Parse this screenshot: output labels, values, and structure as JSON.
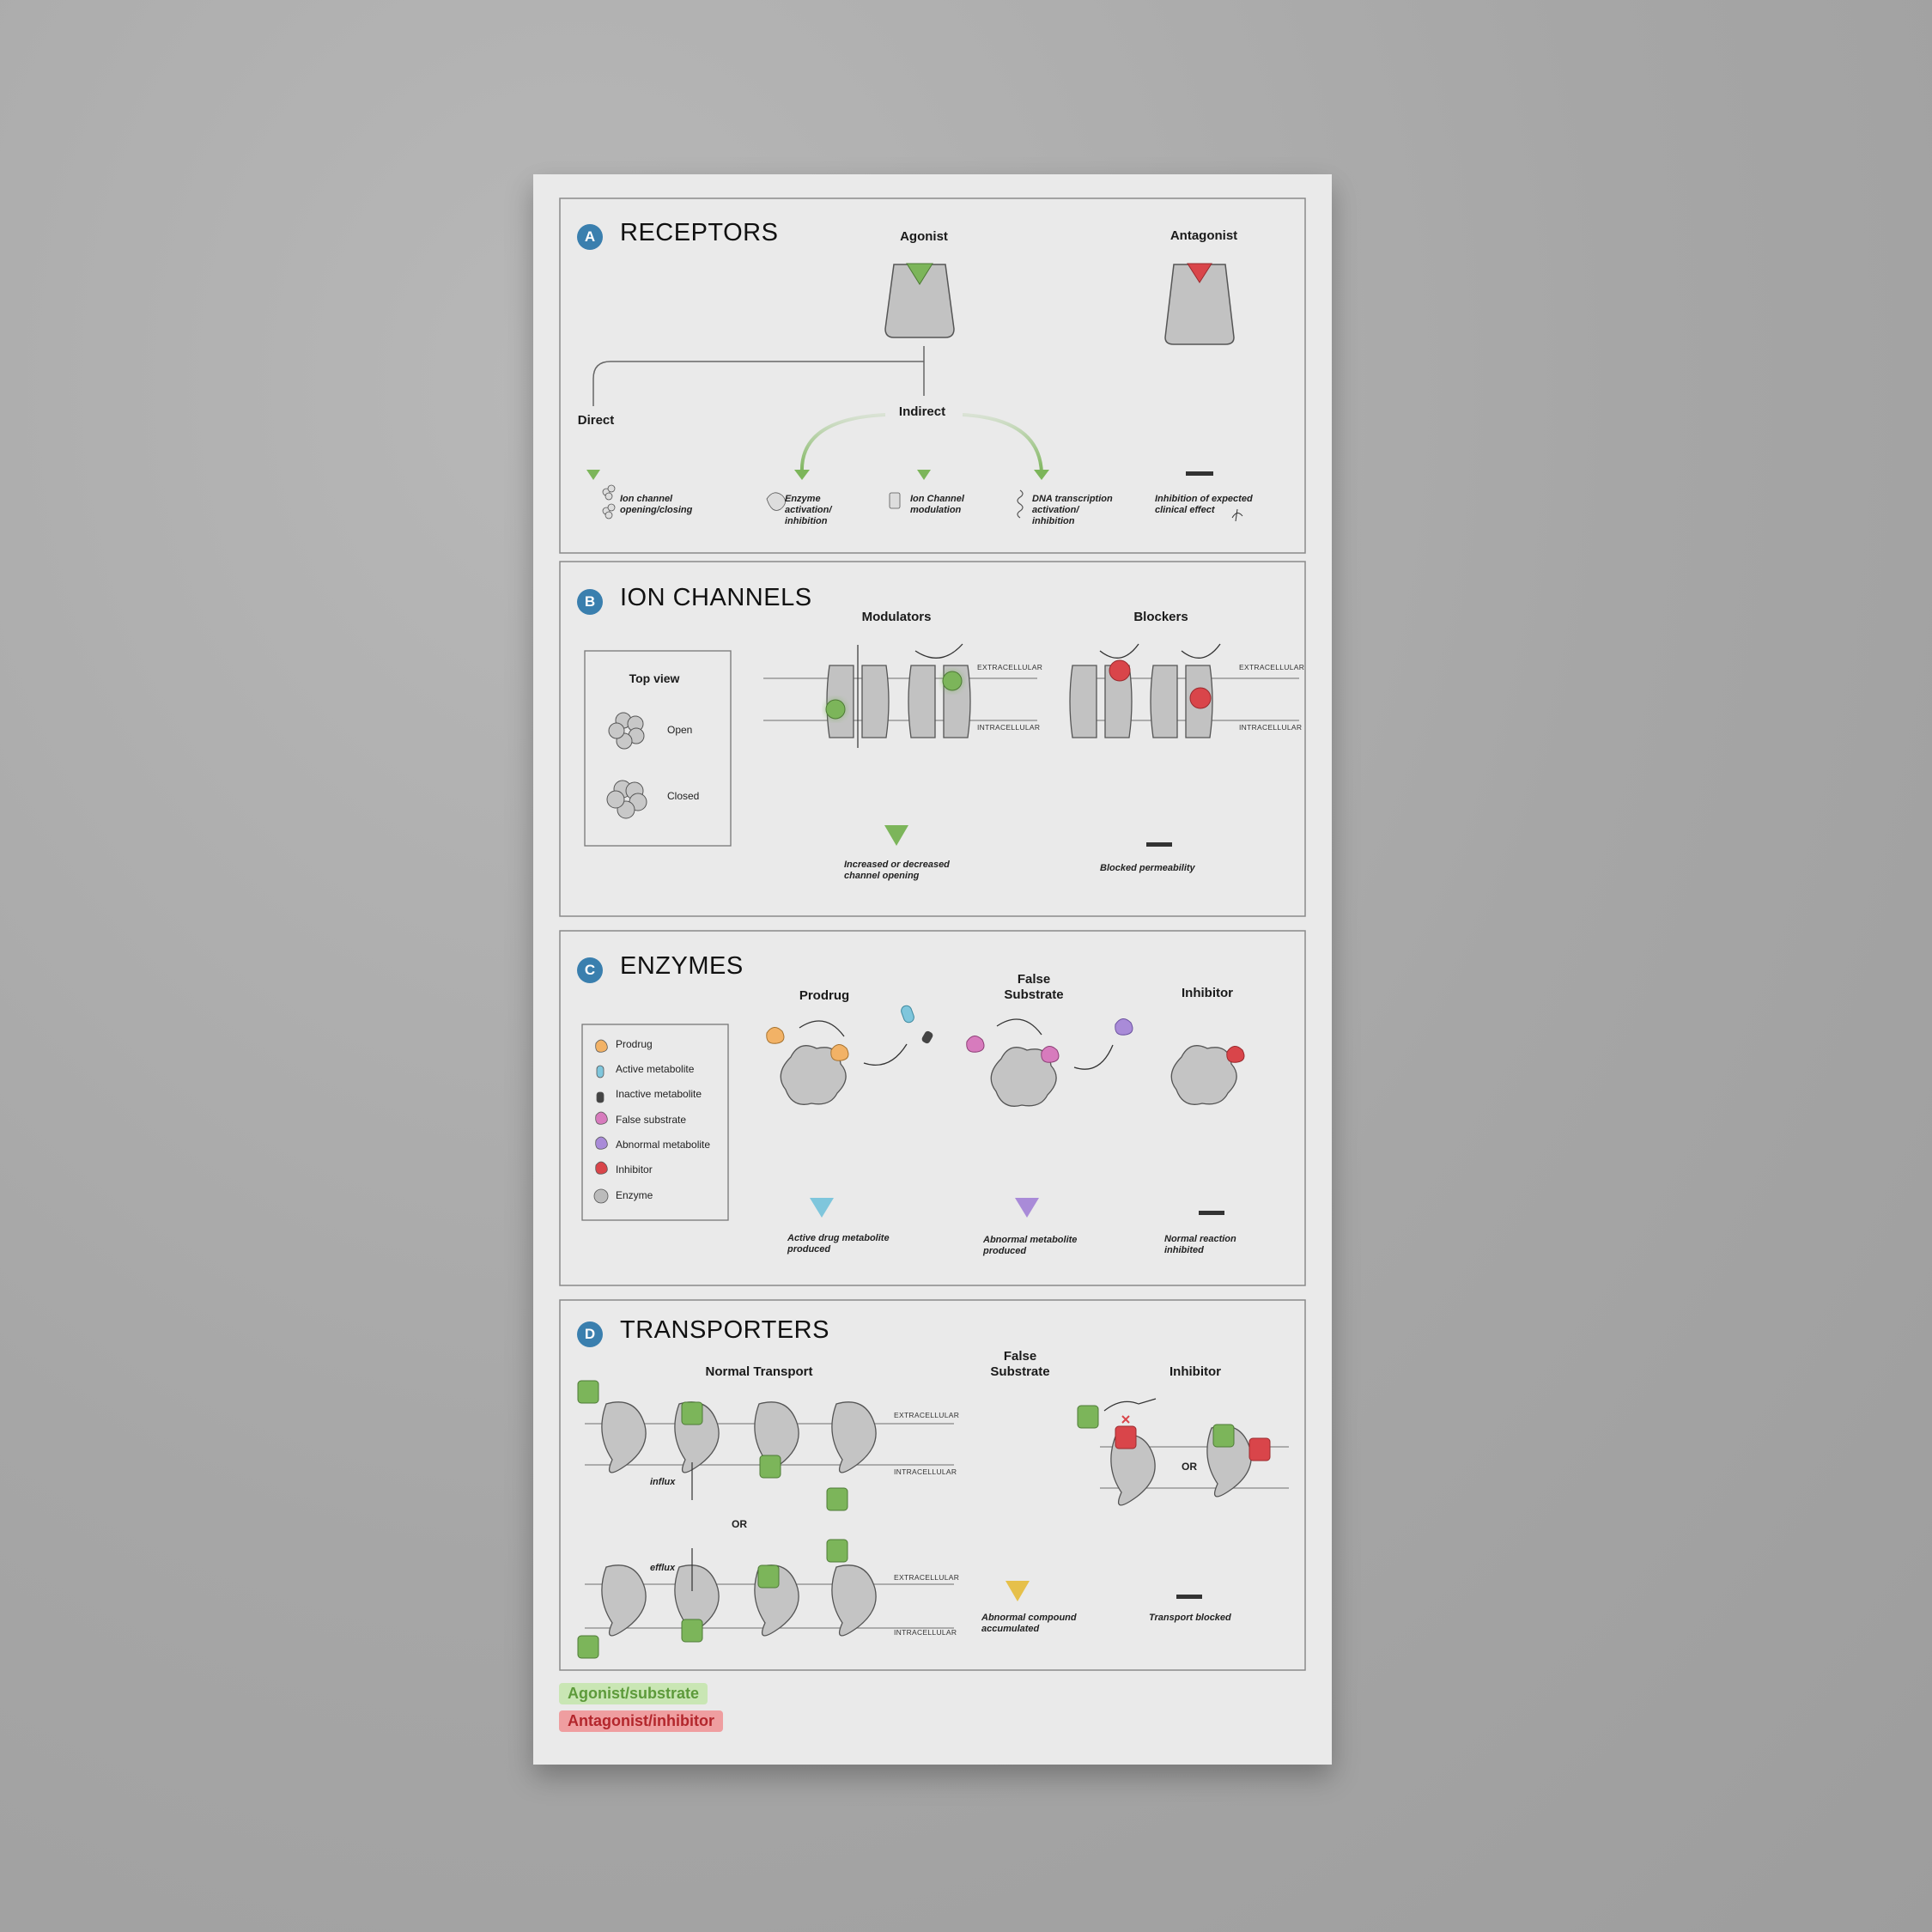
{
  "sections": {
    "receptors": {
      "badge": "A",
      "title": "RECEPTORS",
      "agonist": "Agonist",
      "antagonist": "Antagonist",
      "direct": "Direct",
      "indirect": "Indirect",
      "ion_channel_note": "Ion channel opening/closing",
      "enzyme_note": "Enzyme activation/ inhibition",
      "ion_mod_note": "Ion Channel modulation",
      "dna_note": "DNA transcription activation/ inhibition",
      "inhibition_note": "Inhibition of expected clinical effect"
    },
    "ion_channels": {
      "badge": "B",
      "title": "ION CHANNELS",
      "top_view": "Top view",
      "open": "Open",
      "closed": "Closed",
      "modulators": "Modulators",
      "blockers": "Blockers",
      "extracellular": "EXTRACELLULAR",
      "intracellular": "INTRACELLULAR",
      "mod_note": "Increased or decreased channel opening",
      "block_note": "Blocked permeability"
    },
    "enzymes": {
      "badge": "C",
      "title": "ENZYMES",
      "prodrug": "Prodrug",
      "false_substrate": "False Substrate",
      "inhibitor": "Inhibitor",
      "legend": [
        "Prodrug",
        "Active metabolite",
        "Inactive metabolite",
        "False substrate",
        "Abnormal metabolite",
        "Inhibitor",
        "Enzyme"
      ],
      "prodrug_note": "Active drug metabolite produced",
      "false_note": "Abnormal metabolite produced",
      "inhibitor_note": "Normal reaction inhibited"
    },
    "transporters": {
      "badge": "D",
      "title": "TRANSPORTERS",
      "normal": "Normal Transport",
      "false_substrate": "False Substrate",
      "inhibitor": "Inhibitor",
      "extracellular": "EXTRACELLULAR",
      "intracellular": "INTRACELLULAR",
      "influx": "influx",
      "efflux": "efflux",
      "or": "OR",
      "false_note": "Abnormal compound accumulated",
      "inhibitor_note": "Transport blocked"
    }
  },
  "key": {
    "agonist": "Agonist/substrate",
    "antagonist": "Antagonist/inhibitor"
  },
  "colors": {
    "agonist": "#7cb55a",
    "antagonist": "#d9454a",
    "accent": "#3a7fae",
    "prodrug": "#f2b266",
    "active_metabolite": "#7fc6dc",
    "false_substrate": "#d77bbd",
    "abnormal_metabolite": "#a98bd8",
    "abnormal_compound": "#e6c04a"
  }
}
